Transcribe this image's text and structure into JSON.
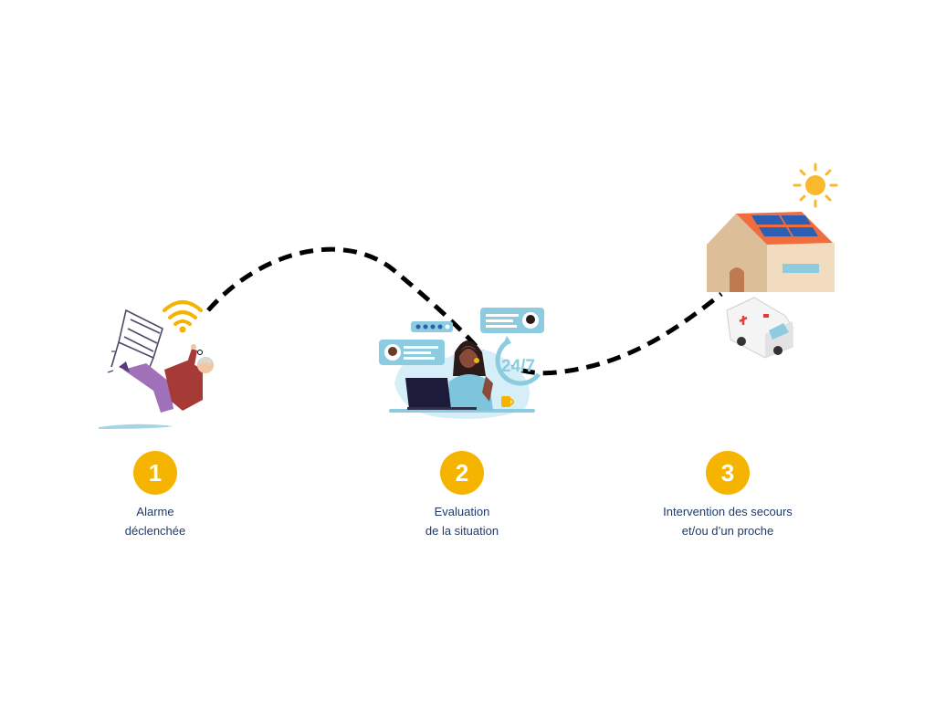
{
  "colors": {
    "badge": "#f4b400",
    "label_text": "#1f3a6b",
    "path": "#000000",
    "light_blue": "#8ccbe0",
    "sun": "#f8b92d",
    "roof": "#f26d3d",
    "wall": "#f2dcc0",
    "solar_panel": "#2b5fb3"
  },
  "steps": [
    {
      "number": "1",
      "label_line1": "Alarme",
      "label_line2": "déclenchée",
      "icon": "fall-person-icon"
    },
    {
      "number": "2",
      "label_line1": "Evaluation",
      "label_line2": "de la situation",
      "icon": "call-center-operator-icon"
    },
    {
      "number": "3",
      "label_line1": "Intervention des secours",
      "label_line2": "et/ou d’un proche",
      "icon": "house-ambulance-icon"
    }
  ],
  "operator": {
    "availability_text": "24/7"
  }
}
